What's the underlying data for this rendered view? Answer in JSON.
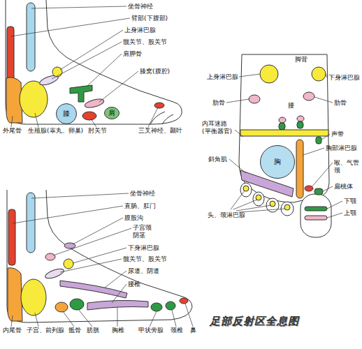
{
  "diagram": {
    "title": "足部反射区全息图",
    "nodes": [
      {
        "text": [
          "膝"
        ]
      },
      {
        "text": [
          "肩"
        ]
      },
      {
        "text": [
          "胸"
        ]
      }
    ],
    "labels": [
      "坐骨神经",
      "臂部(下腹部)",
      "上身淋巴腺",
      "髋关节、股关节",
      "肩胛骨",
      "膝窝(腹腔)",
      "外尾骨",
      "生殖腺(睾丸、卵巢)",
      "肘关节",
      "三叉神经、颞叶",
      "脚背",
      "上身淋巴腺",
      "下身淋巴腺",
      "肋骨",
      "腰",
      "肋骨",
      "内耳迷路(平衡器官)",
      "声带",
      "胸部淋巴腺",
      "斜角肌",
      "喉、气管 颈",
      "扁桃体",
      "下颚",
      "上颚",
      "头、颈淋巴腺",
      "坐骨神经",
      "直肠、肛门",
      "腹股沟",
      "子宫颈 阴茎",
      "下身淋巴腺",
      "髋关节、股关节",
      "尿道、阴道",
      "腰椎",
      "内尾骨",
      "子宫、前列腺",
      "骶骨",
      "膀胱",
      "胸椎",
      "甲状旁腺",
      "颈椎",
      "鼻"
    ]
  }
}
